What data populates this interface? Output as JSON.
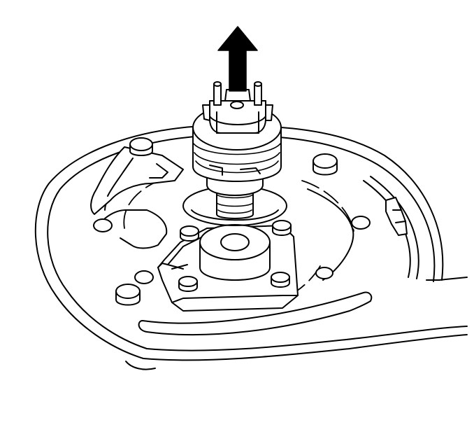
{
  "diagram": {
    "arrow_direction": "up",
    "colors": {
      "line": "#000000",
      "fill": "#ffffff",
      "arrow": "#000000"
    },
    "components": {
      "base_plate": "backing-plate",
      "sensor": "sensor-assembly",
      "connector": "connector-terminals",
      "mount": "center-mount-boss"
    }
  }
}
